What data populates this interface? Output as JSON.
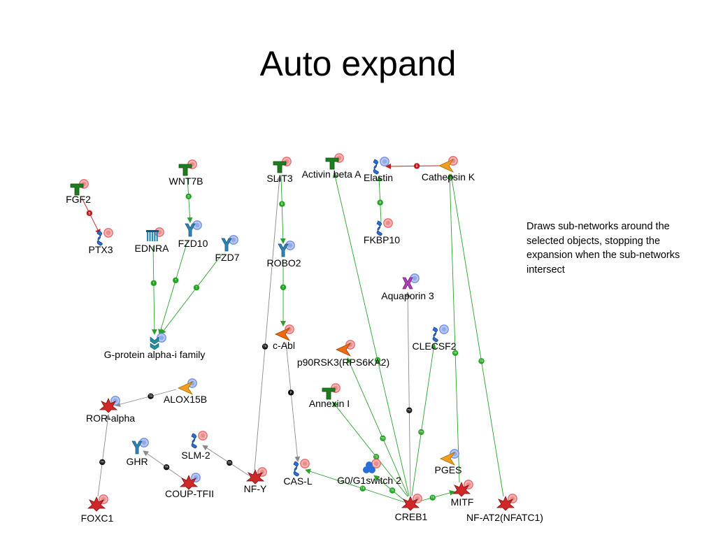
{
  "title": "Auto expand",
  "description": "Draws sub-networks around the selected objects, stopping the expansion when the sub-networks intersect",
  "legend_colors": {
    "edge_activation": "#2ca02c",
    "edge_unspecified": "#8a8a8a",
    "edge_inhibition": "#c02020",
    "marker_black": "#111111",
    "marker_green": "#22a322",
    "marker_red": "#c01818"
  },
  "nodes": [
    {
      "id": "fgf2",
      "label": "FGF2",
      "icon": "ligand-icon"
    },
    {
      "id": "ptx3",
      "label": "PTX3",
      "icon": "generic-protein-icon"
    },
    {
      "id": "wnt7b",
      "label": "WNT7B",
      "icon": "ligand-icon"
    },
    {
      "id": "fzd10",
      "label": "FZD10",
      "icon": "receptor-icon"
    },
    {
      "id": "ednra",
      "label": "EDNRA",
      "icon": "gpcr-icon"
    },
    {
      "id": "fzd7",
      "label": "FZD7",
      "icon": "receptor-icon"
    },
    {
      "id": "gprot",
      "label": "G-protein alpha-i family",
      "icon": "g-protein-icon"
    },
    {
      "id": "slit3",
      "label": "SLIT3",
      "icon": "ligand-icon"
    },
    {
      "id": "activin",
      "label": "Activin beta A",
      "icon": "ligand-icon"
    },
    {
      "id": "elastin",
      "label": "Elastin",
      "icon": "generic-protein-icon"
    },
    {
      "id": "cathepsin",
      "label": "Cathepsin K",
      "icon": "protease-icon"
    },
    {
      "id": "fkbp10",
      "label": "FKBP10",
      "icon": "generic-protein-icon"
    },
    {
      "id": "robo2",
      "label": "ROBO2",
      "icon": "receptor-icon"
    },
    {
      "id": "aquaporin",
      "label": "Aquaporin 3",
      "icon": "channel-icon"
    },
    {
      "id": "cabl",
      "label": "c-Abl",
      "icon": "kinase-icon"
    },
    {
      "id": "p90rsk",
      "label": "p90RSK3(RPS6KA2)",
      "icon": "kinase-icon"
    },
    {
      "id": "clecsf2",
      "label": "CLECSF2",
      "icon": "generic-protein-icon"
    },
    {
      "id": "alox15b",
      "label": "ALOX15B",
      "icon": "enzyme-icon"
    },
    {
      "id": "roralpha",
      "label": "ROR-alpha",
      "icon": "transcription-factor-icon"
    },
    {
      "id": "annexin",
      "label": "Annexin I",
      "icon": "ligand-icon"
    },
    {
      "id": "ghr",
      "label": "GHR",
      "icon": "receptor-icon"
    },
    {
      "id": "slm2",
      "label": "SLM-2",
      "icon": "generic-protein-icon"
    },
    {
      "id": "couptfii",
      "label": "COUP-TFII",
      "icon": "transcription-factor-icon"
    },
    {
      "id": "nfy",
      "label": "NF-Y",
      "icon": "transcription-factor-icon"
    },
    {
      "id": "casl",
      "label": "CAS-L",
      "icon": "generic-protein-icon"
    },
    {
      "id": "g0g1",
      "label": "G0/G1switch 2",
      "icon": "complex-icon"
    },
    {
      "id": "pges",
      "label": "PGES",
      "icon": "enzyme-icon"
    },
    {
      "id": "mitf",
      "label": "MITF",
      "icon": "transcription-factor-icon"
    },
    {
      "id": "creb1",
      "label": "CREB1",
      "icon": "transcription-factor-icon"
    },
    {
      "id": "nfat",
      "label": "NF-AT2(NFATC1)",
      "icon": "transcription-factor-icon"
    },
    {
      "id": "foxc1",
      "label": "FOXC1",
      "icon": "transcription-factor-icon"
    }
  ],
  "edges": [
    {
      "from": "fgf2",
      "to": "ptx3",
      "type": "inhibition",
      "marker": "red",
      "label": "B"
    },
    {
      "from": "wnt7b",
      "to": "fzd10",
      "type": "activation",
      "marker": "green",
      "label": "B"
    },
    {
      "from": "fzd10",
      "to": "gprot",
      "type": "activation",
      "marker": "green",
      "label": "T"
    },
    {
      "from": "ednra",
      "to": "gprot",
      "type": "activation",
      "marker": "green",
      "label": "T"
    },
    {
      "from": "fzd7",
      "to": "gprot",
      "type": "activation",
      "marker": "green",
      "label": "T"
    },
    {
      "from": "slit3",
      "to": "robo2",
      "type": "activation",
      "marker": "green",
      "label": "B"
    },
    {
      "from": "robo2",
      "to": "cabl",
      "type": "activation",
      "marker": "green",
      "label": "T"
    },
    {
      "from": "cathepsin",
      "to": "elastin",
      "type": "inhibition",
      "marker": "red",
      "label": "B"
    },
    {
      "from": "fkbp10",
      "to": "elastin",
      "type": "activation",
      "marker": "green",
      "label": "B"
    },
    {
      "from": "nfy",
      "to": "slit3",
      "type": "unspecified",
      "marker": "black",
      "label": "TR"
    },
    {
      "from": "cabl",
      "to": "casl",
      "type": "unspecified",
      "marker": "black",
      "label": "P"
    },
    {
      "from": "alox15b",
      "to": "roralpha",
      "type": "unspecified",
      "marker": "black",
      "label": "TR"
    },
    {
      "from": "foxc1",
      "to": "roralpha",
      "type": "unspecified",
      "marker": "black",
      "label": "TR"
    },
    {
      "from": "couptfii",
      "to": "ghr",
      "type": "unspecified",
      "marker": "black",
      "label": "TR"
    },
    {
      "from": "nfy",
      "to": "slm2",
      "type": "unspecified",
      "marker": "black",
      "label": "TR"
    },
    {
      "from": "creb1",
      "to": "aquaporin",
      "type": "unspecified",
      "marker": "black",
      "label": "TR"
    },
    {
      "from": "creb1",
      "to": "activin",
      "type": "activation",
      "marker": "green",
      "label": "TR"
    },
    {
      "from": "creb1",
      "to": "p90rsk",
      "type": "activation",
      "marker": "green",
      "label": "TR"
    },
    {
      "from": "creb1",
      "to": "clecsf2",
      "type": "activation",
      "marker": "green",
      "label": "TR"
    },
    {
      "from": "creb1",
      "to": "annexin",
      "type": "activation",
      "marker": "green",
      "label": "TR"
    },
    {
      "from": "creb1",
      "to": "casl",
      "type": "activation",
      "marker": "green",
      "label": "TR"
    },
    {
      "from": "creb1",
      "to": "g0g1",
      "type": "activation",
      "marker": "green",
      "label": "TR"
    },
    {
      "from": "creb1",
      "to": "mitf",
      "type": "activation",
      "marker": "green",
      "label": "TR"
    },
    {
      "from": "mitf",
      "to": "cathepsin",
      "type": "activation",
      "marker": "green",
      "label": "TR"
    },
    {
      "from": "nfat",
      "to": "cathepsin",
      "type": "activation",
      "marker": "green",
      "label": "TR"
    }
  ]
}
